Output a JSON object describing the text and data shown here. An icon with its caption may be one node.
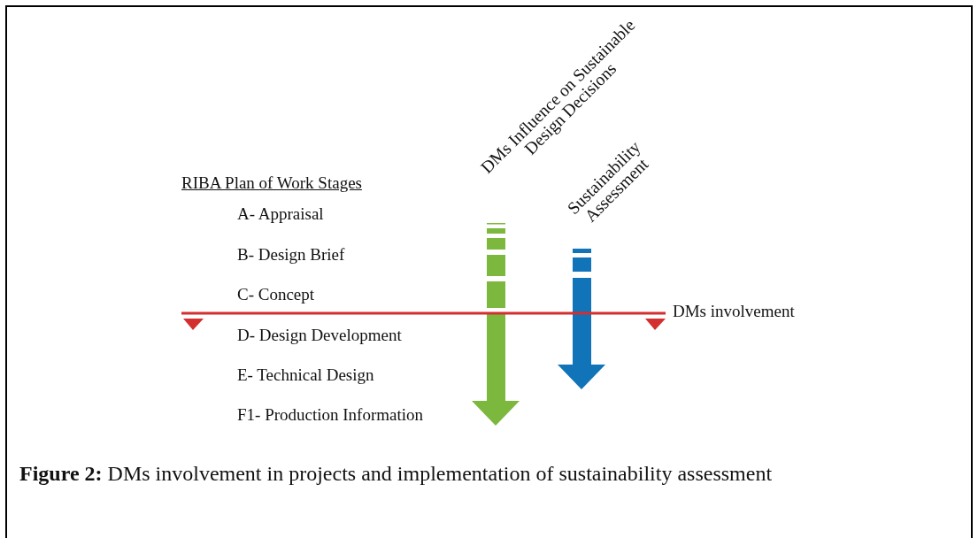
{
  "diagram": {
    "caption": "**Figure 2:** DMs involvement in projects and implementation of sustainability assessment",
    "labels": [
      "DMs Influence on Sustainable Design Decisions",
      "Sustainability Assessment",
      "RIBA Plan of Work Stages",
      "A- Appraisal",
      "B- Design Brief",
      "C- Concept",
      "DMs involvement",
      "D- Design Development",
      "E- Technical Design",
      "F1- Production Information"
    ]
  }
}
